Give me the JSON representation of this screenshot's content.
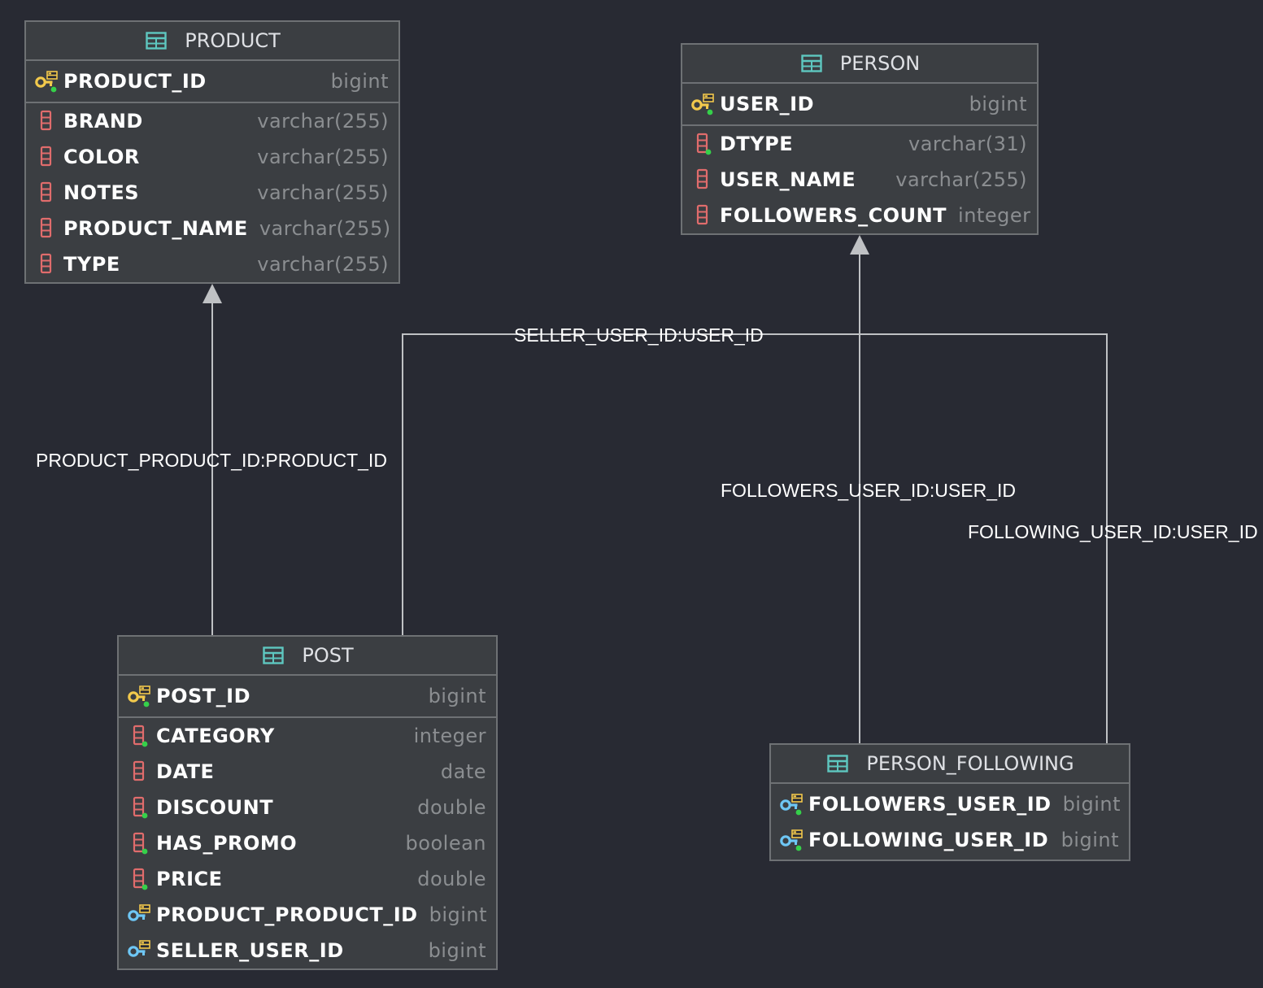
{
  "diagram": {
    "colors": {
      "background": "#282a33",
      "table_fill": "#3b3e42",
      "table_border": "#6e7174",
      "primary_key_icon": "#f2c94c",
      "foreign_key_icon": "#6ec7f5",
      "column_icon": "#e06c6c",
      "not_null_dot": "#35d04a",
      "table_icon": "#5ec7c0",
      "edge": "#bfc1c4"
    },
    "tables": {
      "product": {
        "title": "PRODUCT",
        "primary_key": {
          "name": "PRODUCT_ID",
          "type": "bigint",
          "icon": "primary-key-icon"
        },
        "columns": [
          {
            "name": "BRAND",
            "type": "varchar(255)",
            "icon": "column-icon"
          },
          {
            "name": "COLOR",
            "type": "varchar(255)",
            "icon": "column-icon"
          },
          {
            "name": "NOTES",
            "type": "varchar(255)",
            "icon": "column-icon"
          },
          {
            "name": "PRODUCT_NAME",
            "type": "varchar(255)",
            "icon": "column-icon"
          },
          {
            "name": "TYPE",
            "type": "varchar(255)",
            "icon": "column-icon"
          }
        ]
      },
      "person": {
        "title": "PERSON",
        "primary_key": {
          "name": "USER_ID",
          "type": "bigint",
          "icon": "primary-key-icon"
        },
        "columns": [
          {
            "name": "DTYPE",
            "type": "varchar(31)",
            "icon": "column-not-null-icon"
          },
          {
            "name": "USER_NAME",
            "type": "varchar(255)",
            "icon": "column-icon"
          },
          {
            "name": "FOLLOWERS_COUNT",
            "type": "integer",
            "icon": "column-icon"
          }
        ]
      },
      "post": {
        "title": "POST",
        "primary_key": {
          "name": "POST_ID",
          "type": "bigint",
          "icon": "primary-key-icon"
        },
        "columns": [
          {
            "name": "CATEGORY",
            "type": "integer",
            "icon": "column-not-null-icon"
          },
          {
            "name": "DATE",
            "type": "date",
            "icon": "column-icon"
          },
          {
            "name": "DISCOUNT",
            "type": "double",
            "icon": "column-not-null-icon"
          },
          {
            "name": "HAS_PROMO",
            "type": "boolean",
            "icon": "column-not-null-icon"
          },
          {
            "name": "PRICE",
            "type": "double",
            "icon": "column-not-null-icon"
          },
          {
            "name": "PRODUCT_PRODUCT_ID",
            "type": "bigint",
            "icon": "foreign-key-icon"
          },
          {
            "name": "SELLER_USER_ID",
            "type": "bigint",
            "icon": "foreign-key-icon"
          }
        ]
      },
      "person_following": {
        "title": "PERSON_FOLLOWING",
        "columns": [
          {
            "name": "FOLLOWERS_USER_ID",
            "type": "bigint",
            "icon": "foreign-key-not-null-icon"
          },
          {
            "name": "FOLLOWING_USER_ID",
            "type": "bigint",
            "icon": "foreign-key-not-null-icon"
          }
        ]
      }
    },
    "relationships": [
      {
        "label": "PRODUCT_PRODUCT_ID:PRODUCT_ID",
        "from": "POST",
        "to": "PRODUCT"
      },
      {
        "label": "SELLER_USER_ID:USER_ID",
        "from": "POST",
        "to": "PERSON"
      },
      {
        "label": "FOLLOWERS_USER_ID:USER_ID",
        "from": "PERSON_FOLLOWING",
        "to": "PERSON"
      },
      {
        "label": "FOLLOWING_USER_ID:USER_ID",
        "from": "PERSON_FOLLOWING",
        "to": "PERSON"
      }
    ]
  }
}
